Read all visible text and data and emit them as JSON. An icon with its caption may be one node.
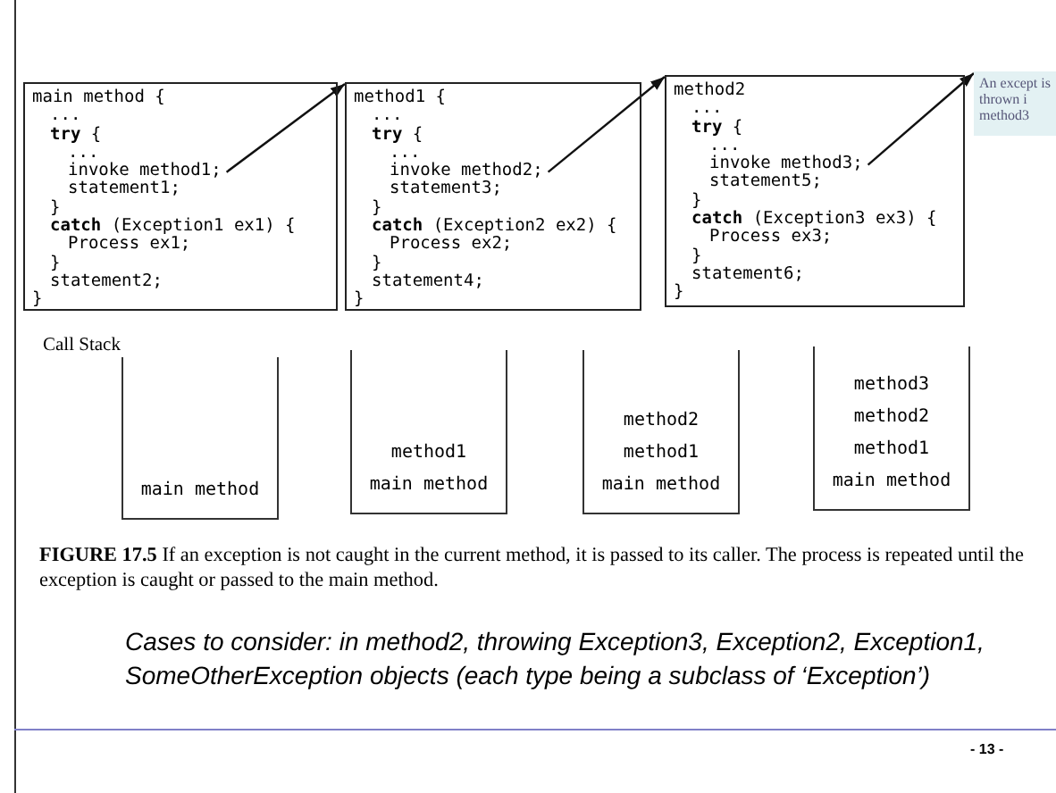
{
  "diagram": {
    "caption": "**FIGURE 17.5** If an exception is not caught in the current method, it is passed to its caller. The process is repeated until the exception is caught or passed to the main method.",
    "nodes": [
      {
        "text": [
          "main method {",
          "...",
          "**try** {",
          "...",
          "invoke method1;",
          "statement1;",
          "}",
          "**catch** (Exception1 ex1) {",
          "Process ex1;",
          "}",
          "statement2;",
          "}"
        ]
      },
      {
        "text": [
          "method1 {",
          "...",
          "**try** {",
          "...",
          "invoke method2;",
          "statement3;",
          "}",
          "**catch** (Exception2 ex2) {",
          "Process ex2;",
          "}",
          "statement4;",
          "}"
        ]
      },
      {
        "text": [
          "method2",
          "...",
          "**try** {",
          "...",
          "invoke method3;",
          "statement5;",
          "}",
          "**catch** (Exception3 ex3) {",
          "Process ex3;",
          "}",
          "statement6;",
          "}"
        ]
      },
      {
        "text": [
          "An except is thrown i method3"
        ]
      },
      {
        "text": [
          "main method"
        ]
      },
      {
        "text": [
          "method1",
          "main method"
        ]
      },
      {
        "text": [
          "method2",
          "method1",
          "main method"
        ]
      },
      {
        "text": [
          "method3",
          "method2",
          "method1",
          "main method"
        ]
      }
    ],
    "edges": [
      {
        "from": 0,
        "to": 1,
        "arrow": "to"
      },
      {
        "from": 1,
        "to": 2,
        "arrow": "to"
      },
      {
        "from": 2,
        "to": 3,
        "arrow": "to"
      }
    ],
    "labels": [
      "Call Stack",
      "Cases to consider: in method2, throwing Exception3, Exception2, Exception1, SomeOtherException objects (each type being a subclass of ‘Exception’)",
      "- 13 -"
    ]
  }
}
